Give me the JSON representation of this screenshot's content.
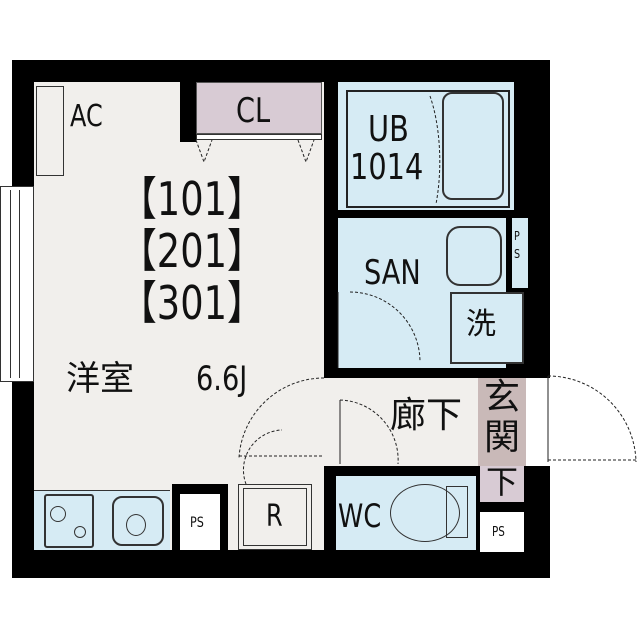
{
  "floorplan": {
    "type": "1K apartment floor plan",
    "unit_numbers": [
      "【101】",
      "【201】",
      "【301】"
    ],
    "rooms": {
      "western_room": {
        "label": "洋室",
        "size": "6.6J"
      },
      "closet": {
        "label": "CL"
      },
      "air_conditioner": {
        "label": "AC"
      },
      "unit_bath": {
        "label_line1": "UB",
        "label_line2": "1014"
      },
      "sanitary": {
        "label": "SAN"
      },
      "washer": {
        "label": "洗"
      },
      "hallway": {
        "label": "廊下"
      },
      "entrance": {
        "label_line1": "玄",
        "label_line2": "関",
        "label_line3": "下"
      },
      "toilet": {
        "label": "WC"
      },
      "refrigerator": {
        "label": "R"
      },
      "pipe_space_kitchen": {
        "label": "PS"
      },
      "pipe_space_entrance": {
        "label": "PS"
      },
      "pipe_space_san": {
        "label_line1": "P",
        "label_line2": "S"
      }
    },
    "colors": {
      "wall": "#000000",
      "room_floor": "#f1efec",
      "wet_area": "#d6ebf4",
      "closet": "#d8cbd4",
      "entrance": "#c9b9b8"
    }
  }
}
